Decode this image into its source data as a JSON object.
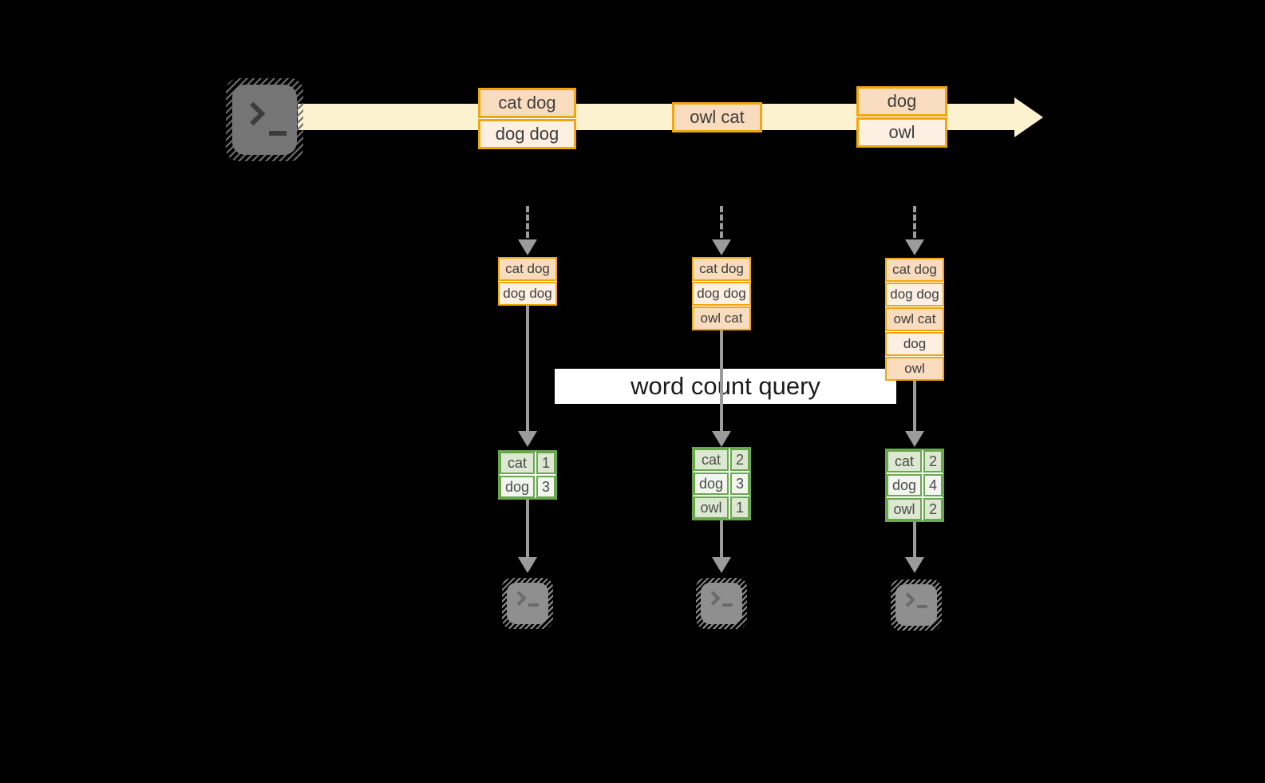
{
  "colors": {
    "background": "#000000",
    "stream_band": "#fcf2cf",
    "orange_border": "#f0a60d",
    "cell_dark": "#f9dcbe",
    "cell_light": "#fdf0e2",
    "green_border": "#6aa84e",
    "green_cell_dark": "#dce8d1",
    "green_cell_light": "#f2f6ee",
    "arrow_gray": "#9b9b9b",
    "query_band_bg": "#ffffff",
    "text_dark": "#3d3d3d"
  },
  "icons": {
    "source": "terminal-icon",
    "sink": "terminal-icon",
    "stream_arrowhead": "arrow-right-head"
  },
  "query": {
    "label": "word count query"
  },
  "stream": {
    "batches": [
      {
        "words": [
          "cat dog",
          "dog dog"
        ]
      },
      {
        "words": [
          "owl cat"
        ]
      },
      {
        "words": [
          "dog",
          "owl"
        ]
      }
    ]
  },
  "columns": [
    {
      "buffer": [
        "cat dog",
        "dog dog"
      ],
      "counts": [
        {
          "word": "cat",
          "count": "1"
        },
        {
          "word": "dog",
          "count": "3"
        }
      ]
    },
    {
      "buffer": [
        "cat dog",
        "dog dog",
        "owl cat"
      ],
      "counts": [
        {
          "word": "cat",
          "count": "2"
        },
        {
          "word": "dog",
          "count": "3"
        },
        {
          "word": "owl",
          "count": "1"
        }
      ]
    },
    {
      "buffer": [
        "cat dog",
        "dog dog",
        "owl cat",
        "dog",
        "owl"
      ],
      "counts": [
        {
          "word": "cat",
          "count": "2"
        },
        {
          "word": "dog",
          "count": "4"
        },
        {
          "word": "owl",
          "count": "2"
        }
      ]
    }
  ]
}
